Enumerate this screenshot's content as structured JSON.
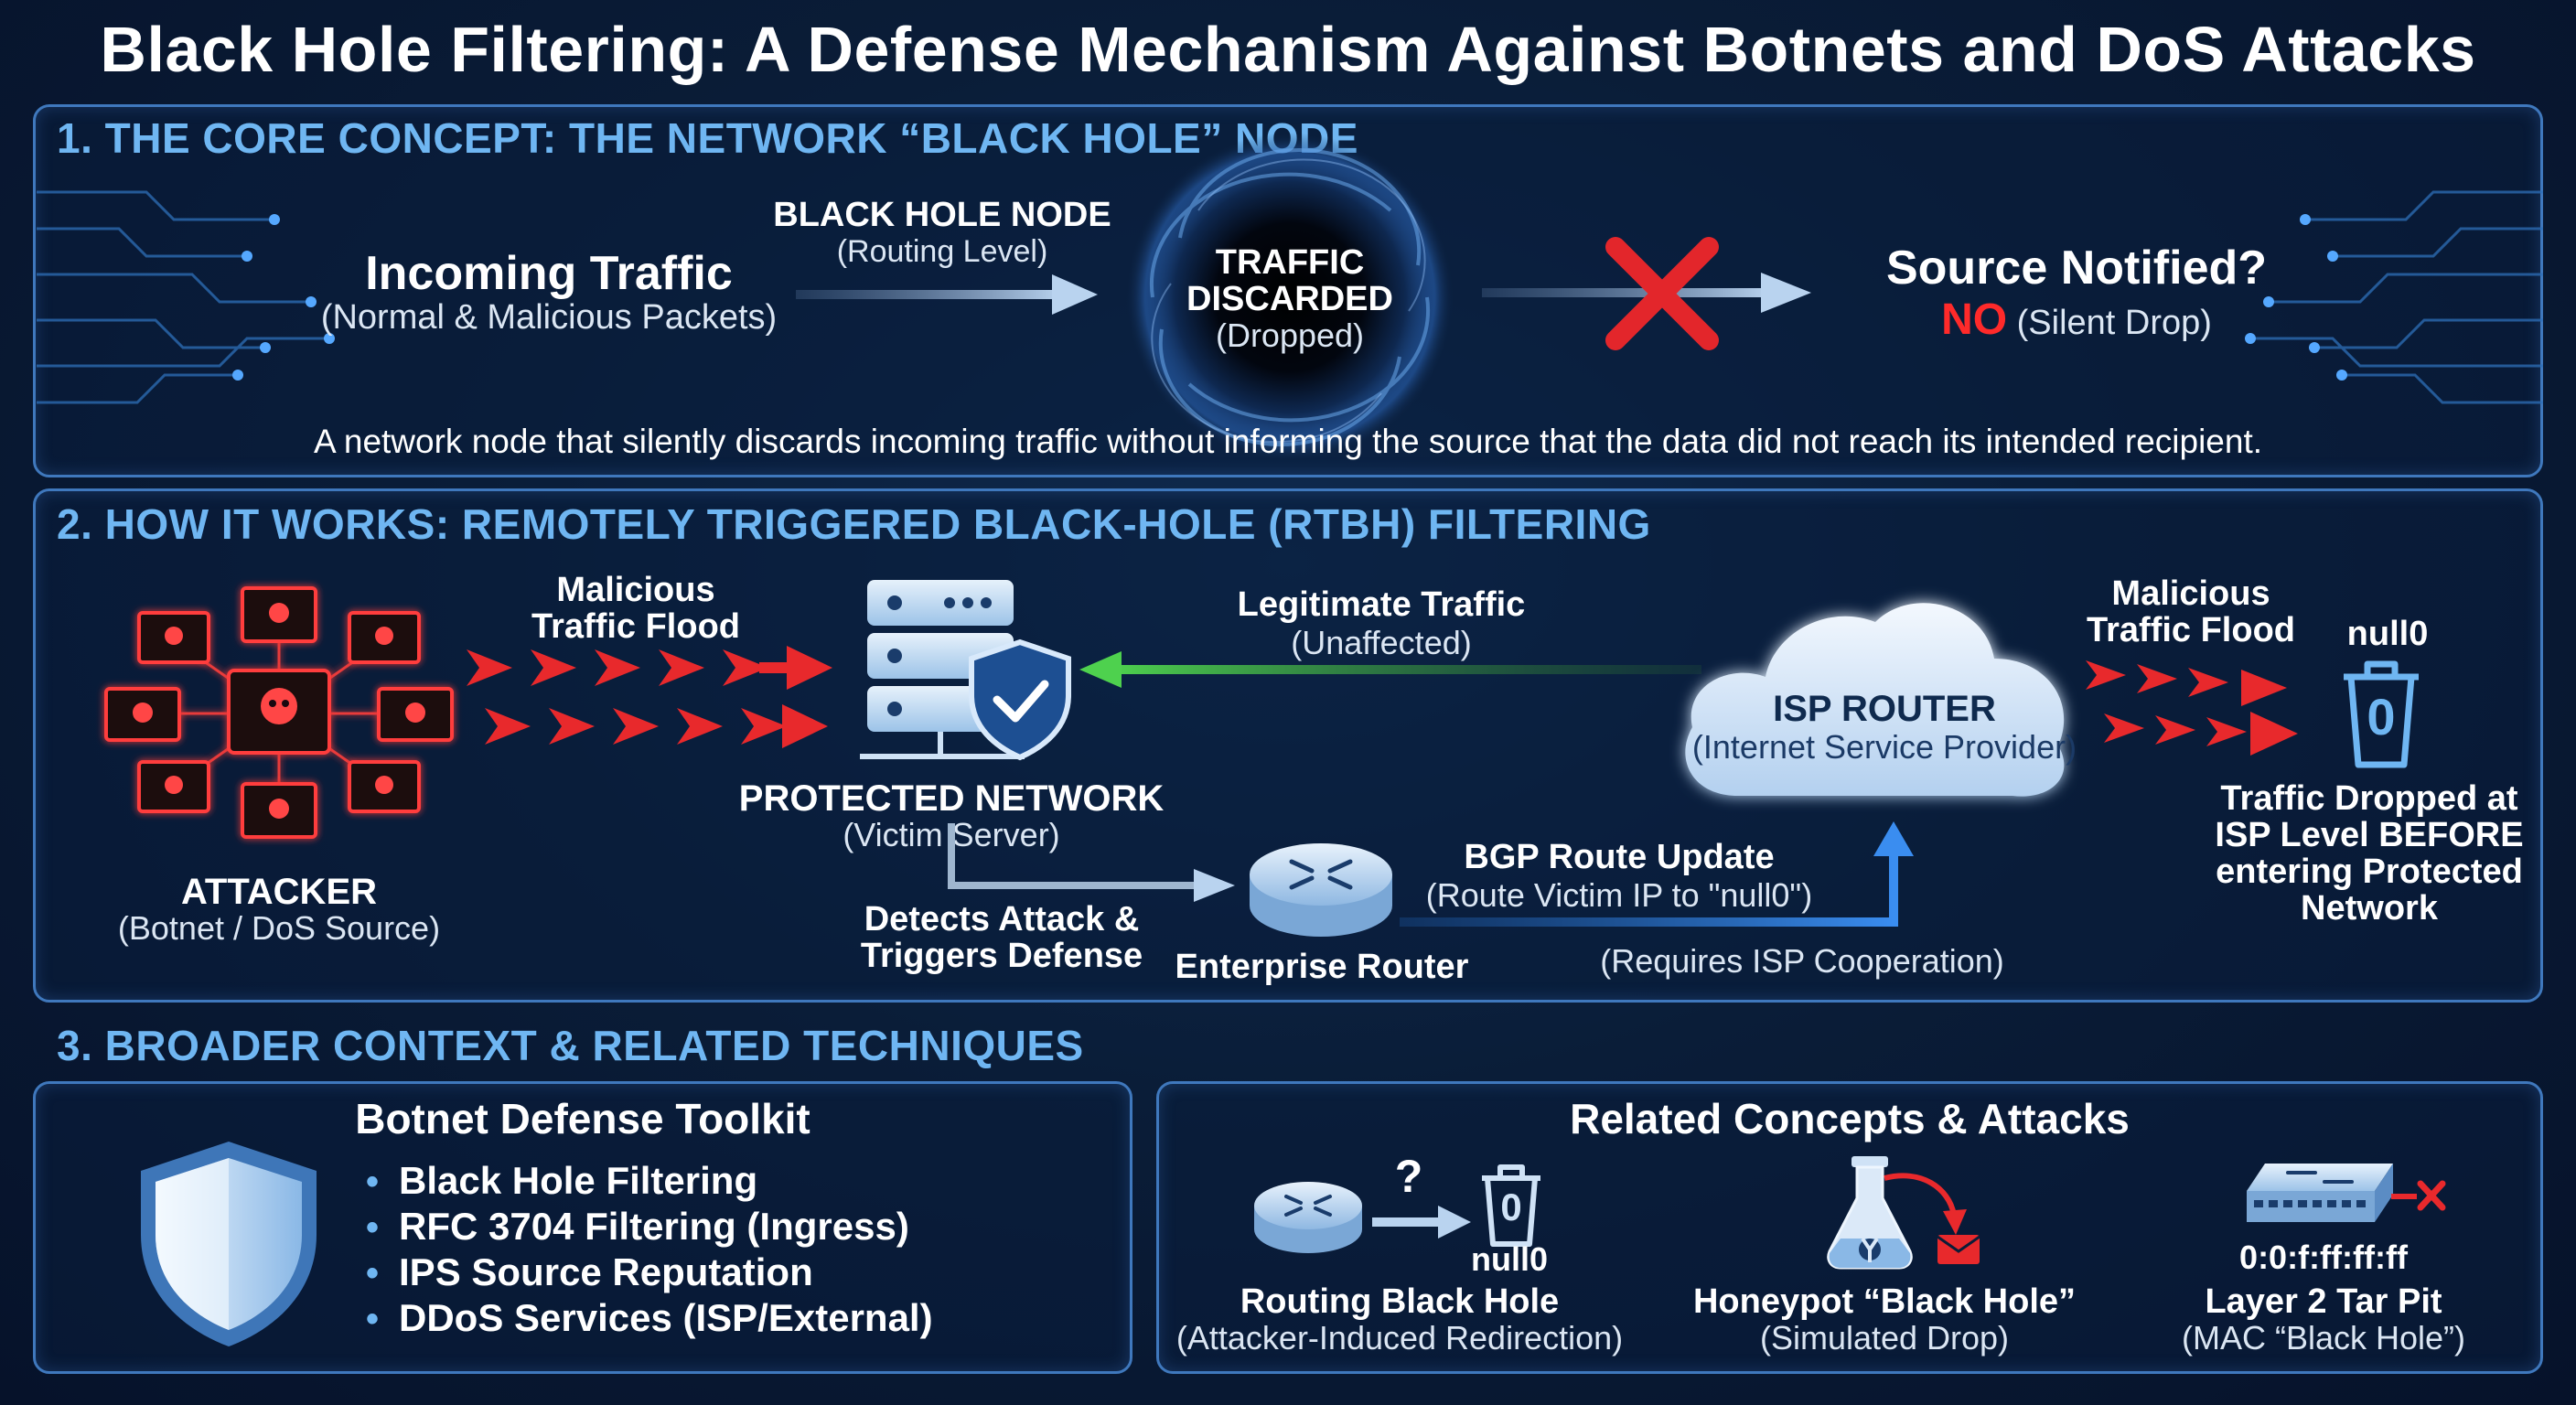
{
  "title": "Black Hole Filtering: A Defense Mechanism Against Botnets and DoS Attacks",
  "section1": {
    "heading": "1. THE CORE CONCEPT: THE NETWORK “BLACK HOLE” NODE",
    "incoming_title": "Incoming Traffic",
    "incoming_sub": "(Normal & Malicious Packets)",
    "node_title": "BLACK HOLE NODE",
    "node_sub": "(Routing Level)",
    "discard_line1": "TRAFFIC",
    "discard_line2": "DISCARDED",
    "discard_sub": "(Dropped)",
    "notified_title": "Source Notified?",
    "notified_no": "NO",
    "notified_sub": "(Silent Drop)",
    "description": "A network node that silently discards incoming traffic without informing the source that the data did not reach its intended recipient."
  },
  "section2": {
    "heading": "2. HOW IT WORKS: REMOTELY TRIGGERED BLACK-HOLE (RTBH) FILTERING",
    "flood_left_line1": "Malicious",
    "flood_left_line2": "Traffic Flood",
    "attacker_title": "ATTACKER",
    "attacker_sub": "(Botnet / DoS Source)",
    "protected_title": "PROTECTED NETWORK",
    "protected_sub": "(Victim Server)",
    "legit_title": "Legitimate Traffic",
    "legit_sub": "(Unaffected)",
    "detects_line1": "Detects Attack &",
    "detects_line2": "Triggers Defense",
    "enterprise_router": "Enterprise Router",
    "bgp_title": "BGP Route Update",
    "bgp_sub": "(Route Victim IP to \"null0\")",
    "requires": "(Requires ISP Cooperation)",
    "isp_title": "ISP ROUTER",
    "isp_sub": "(Internet Service Provider)",
    "flood_right_line1": "Malicious",
    "flood_right_line2": "Traffic Flood",
    "null0": "null0",
    "bin_digit": "0",
    "dropped_line1": "Traffic Dropped at",
    "dropped_line2": "ISP Level BEFORE",
    "dropped_line3": "entering Protected",
    "dropped_line4": "Network"
  },
  "section3": {
    "heading": "3. BROADER CONTEXT & RELATED TECHNIQUES",
    "toolkit_title": "Botnet Defense Toolkit",
    "toolkit_items": [
      "Black Hole Filtering",
      "RFC 3704 Filtering (Ingress)",
      "IPS Source Reputation",
      "DDoS Services (ISP/External)"
    ],
    "related_title": "Related Concepts & Attacks",
    "routing_null0": "null0",
    "routing_q": "?",
    "routing_bin_digit": "0",
    "routing_title": "Routing Black Hole",
    "routing_sub": "(Attacker-Induced Redirection)",
    "honeypot_title": "Honeypot “Black Hole”",
    "honeypot_sub": "(Simulated Drop)",
    "tarpit_mac": "0:0:f:ff:ff:ff",
    "tarpit_title": "Layer 2 Tar Pit",
    "tarpit_sub": "(MAC “Black Hole”)"
  },
  "colors": {
    "accent_blue": "#6fb6f2",
    "border_blue": "#3f78bd",
    "danger_red": "#ff2a2a",
    "legit_green": "#4ed14e"
  }
}
